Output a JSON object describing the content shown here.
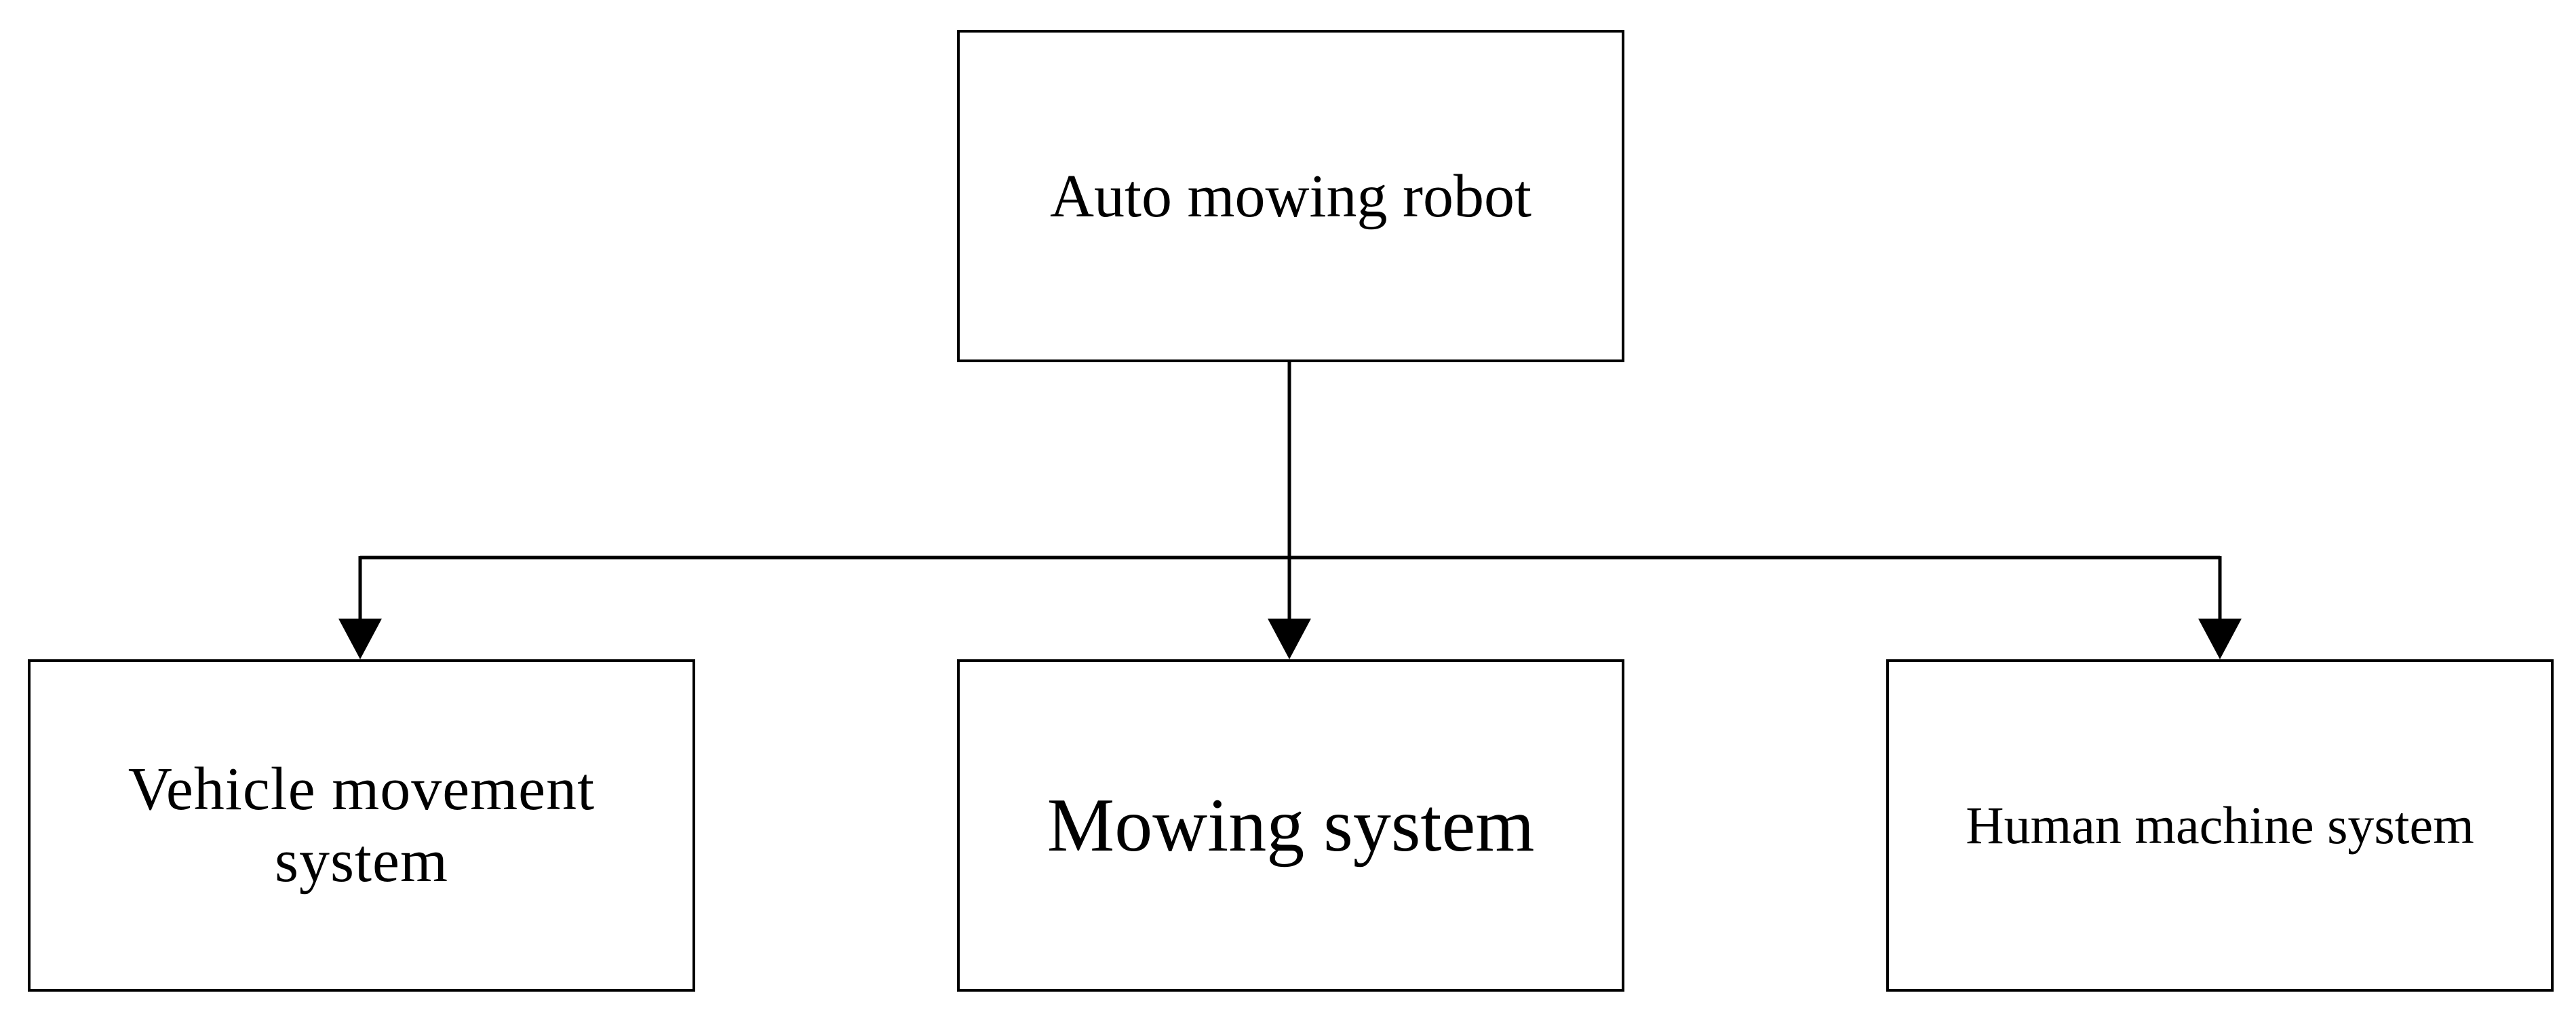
{
  "diagram": {
    "root": {
      "label": "Auto mowing robot"
    },
    "children": [
      {
        "label": "Vehicle movement system"
      },
      {
        "label": "Mowing system"
      },
      {
        "label": "Human machine system"
      }
    ],
    "colors": {
      "line": "#000000",
      "box_border": "#000000",
      "background": "#ffffff"
    }
  }
}
